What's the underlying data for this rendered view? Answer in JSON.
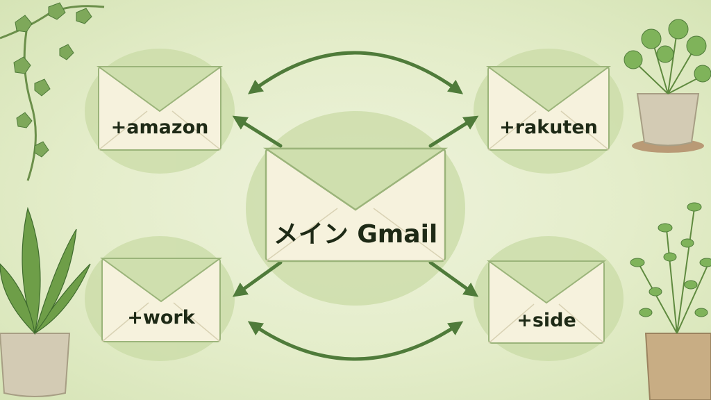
{
  "diagram": {
    "center": {
      "label": "メイン Gmail",
      "icon": "envelope-icon"
    },
    "aliases": [
      {
        "label": "+amazon",
        "icon": "envelope-icon"
      },
      {
        "label": "+rakuten",
        "icon": "envelope-icon"
      },
      {
        "label": "+work",
        "icon": "envelope-icon"
      },
      {
        "label": "+side",
        "icon": "envelope-icon"
      }
    ],
    "decorations": [
      "ivy-vine-icon",
      "potted-plant-icon",
      "potted-plant-icon",
      "potted-plant-icon"
    ]
  },
  "colors": {
    "background": "#e4edca",
    "wash": "#c9dba6",
    "envelope_body": "#f6f2dd",
    "envelope_flap": "#cfdfae",
    "envelope_stroke": "#9bb47a",
    "arrow": "#4f7b3a",
    "text": "#1e2a16"
  }
}
